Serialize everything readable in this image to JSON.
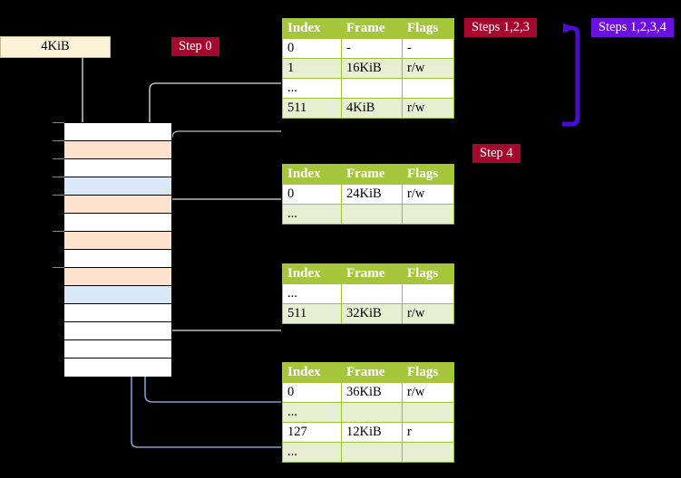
{
  "memory_label": {
    "text": "4KiB"
  },
  "badges": [
    {
      "id": "step0",
      "text": "Step 0"
    },
    {
      "id": "steps123",
      "text": "Steps 1,2,3"
    },
    {
      "id": "steps1234",
      "text": "Steps 1,2,3,4"
    },
    {
      "id": "step4",
      "text": "Step 4"
    }
  ],
  "colors": {
    "header_green": "#a5c63b",
    "row_alt": "#e7eed2",
    "highlight_yellow": "#ffff99",
    "badge_crimson": "#a5082c",
    "badge_violet": "#6a11e0",
    "memory_peach": "#fde3cd",
    "memory_blue": "#dbe8f8",
    "memory_label_bg": "#fcf3d9",
    "wire_grey": "#bbbbbb",
    "wire_blue": "#7b9fd0",
    "arrow_purple": "#4b0ed0"
  },
  "tables": [
    {
      "id": "pml4",
      "headers": [
        "Index",
        "Frame",
        "Flags"
      ],
      "rows": [
        {
          "cells": [
            "0",
            "-",
            "-"
          ],
          "style": "plain",
          "highlight": false
        },
        {
          "cells": [
            "1",
            "16KiB",
            "r/w"
          ],
          "style": "alt",
          "highlight": false
        },
        {
          "cells": [
            "...",
            "",
            ""
          ],
          "style": "plain",
          "highlight": false
        },
        {
          "cells": [
            "511",
            "4KiB",
            "r/w"
          ],
          "style": "alt",
          "highlight": true
        }
      ]
    },
    {
      "id": "pdpt",
      "headers": [
        "Index",
        "Frame",
        "Flags"
      ],
      "rows": [
        {
          "cells": [
            "0",
            "24KiB",
            "r/w"
          ],
          "style": "plain",
          "highlight": false
        },
        {
          "cells": [
            "...",
            "",
            ""
          ],
          "style": "alt",
          "highlight": false
        }
      ]
    },
    {
      "id": "pd",
      "headers": [
        "Index",
        "Frame",
        "Flags"
      ],
      "rows": [
        {
          "cells": [
            "...",
            "",
            ""
          ],
          "style": "plain",
          "highlight": false
        },
        {
          "cells": [
            "511",
            "32KiB",
            "r/w"
          ],
          "style": "alt",
          "highlight": false
        }
      ]
    },
    {
      "id": "pt",
      "headers": [
        "Index",
        "Frame",
        "Flags"
      ],
      "rows": [
        {
          "cells": [
            "0",
            "36KiB",
            "r/w"
          ],
          "style": "plain",
          "highlight": false
        },
        {
          "cells": [
            "...",
            "",
            ""
          ],
          "style": "alt",
          "highlight": false
        },
        {
          "cells": [
            "127",
            "12KiB",
            "r"
          ],
          "style": "plain",
          "highlight": false
        },
        {
          "cells": [
            "...",
            "",
            ""
          ],
          "style": "alt",
          "highlight": false
        }
      ]
    }
  ],
  "memory_rows": [
    {
      "fill": "white"
    },
    {
      "fill": "peach"
    },
    {
      "fill": "white"
    },
    {
      "fill": "blue"
    },
    {
      "fill": "peach"
    },
    {
      "fill": "white"
    },
    {
      "fill": "peach"
    },
    {
      "fill": "white"
    },
    {
      "fill": "peach"
    },
    {
      "fill": "blue"
    },
    {
      "fill": "white"
    },
    {
      "fill": "white"
    },
    {
      "fill": "white"
    },
    {
      "fill": "white"
    }
  ]
}
